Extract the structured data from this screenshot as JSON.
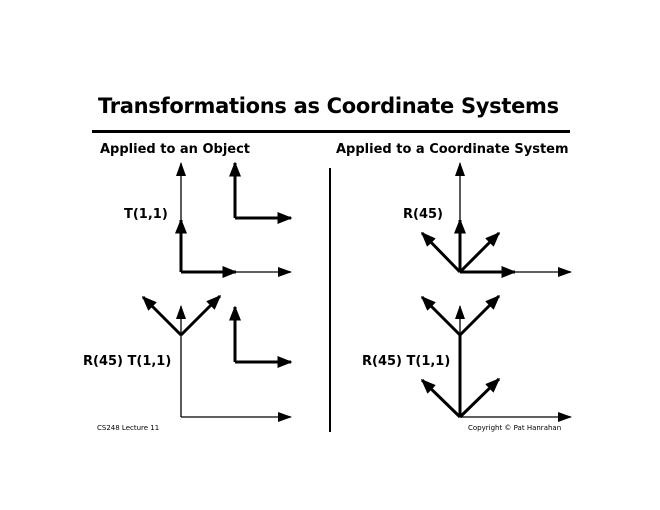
{
  "title": "Transformations as Coordinate Systems",
  "left": {
    "heading": "Applied to an Object",
    "label_top": "T(1,1)",
    "label_bottom": "R(45) T(1,1)"
  },
  "right": {
    "heading": "Applied to a Coordinate System",
    "label_top": "R(45)",
    "label_bottom": "R(45) T(1,1)"
  },
  "footer": {
    "left": "CS248 Lecture 11",
    "right": "Copyright © Pat Hanrahan"
  }
}
